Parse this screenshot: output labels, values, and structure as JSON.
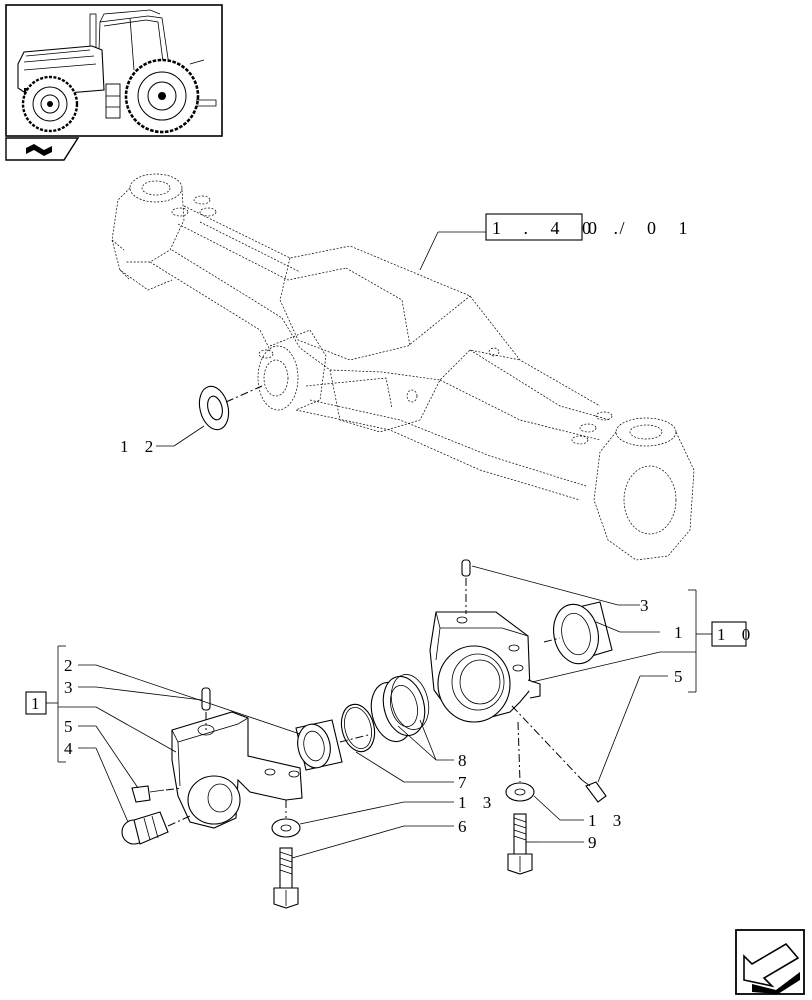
{
  "diagram": {
    "reference": {
      "boxed": "1 . 4 0 .",
      "rest": "0 / 0 1"
    },
    "assembly_labels": {
      "left_group": "1",
      "right_group": "1 0"
    },
    "callouts": {
      "c12": "1 2",
      "c2": "2",
      "c3_left": "3",
      "c5_left": "5",
      "c4": "4",
      "c3_right": "3",
      "c1": "1",
      "c5_right": "5",
      "c8": "8",
      "c7": "7",
      "c13_a": "1 3",
      "c6": "6",
      "c13_b": "1 3",
      "c9": "9"
    }
  },
  "icons": {
    "thumbnail": "tractor-thumbnail-icon",
    "book": "book-icon",
    "nav": "next-page-arrow-icon"
  }
}
